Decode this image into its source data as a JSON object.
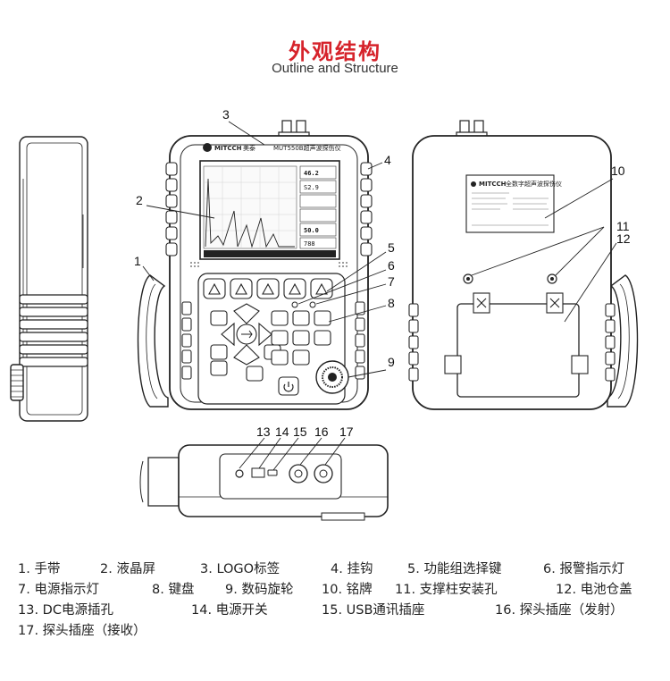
{
  "header": {
    "title_cn": "外观结构",
    "title_en": "Outline and Structure"
  },
  "device": {
    "brand": "MITCCH",
    "brand_cn": "美泰",
    "model": "MUT550B超声波探伤仪",
    "lcd_readouts": [
      "46.2",
      "S2.9",
      "50.0",
      "788"
    ],
    "nameplate_title": "全数字超声波探伤仪"
  },
  "callouts": {
    "c1": "1",
    "c2": "2",
    "c3": "3",
    "c4": "4",
    "c5": "5",
    "c6": "6",
    "c7": "7",
    "c8": "8",
    "c9": "9",
    "c10": "10",
    "c11": "11",
    "c12": "12",
    "c13": "13",
    "c14": "14",
    "c15": "15",
    "c16": "16",
    "c17": "17"
  },
  "legend": [
    [
      "1. 手带",
      "2. 液晶屏",
      "3. LOGO标签",
      "4. 挂钩",
      "5. 功能组选择键",
      "6. 报警指示灯"
    ],
    [
      "7. 电源指示灯",
      "8. 键盘",
      "9. 数码旋轮",
      "10. 铭牌",
      "11. 支撑柱安装孔",
      "12. 电池仓盖"
    ],
    [
      "13. DC电源插孔",
      "14. 电源开关",
      "15. USB通讯插座",
      "16. 探头插座（发射）"
    ],
    [
      "17. 探头插座（接收）"
    ]
  ]
}
